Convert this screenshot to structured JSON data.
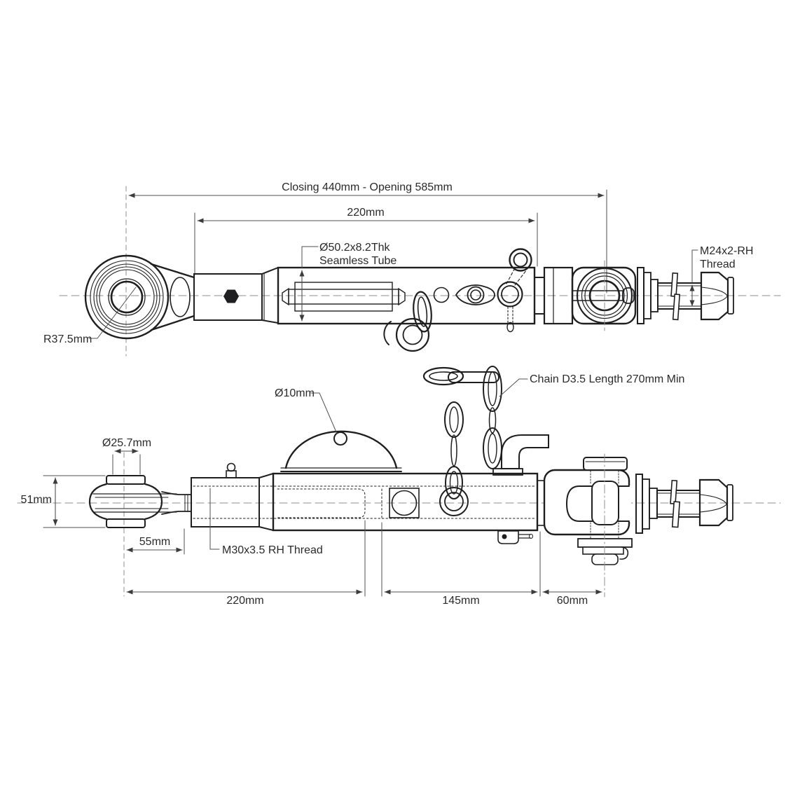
{
  "drawing": {
    "upper_view": {
      "overall_dim": "Closing 440mm - Opening 585mm",
      "tube_length_dim": "220mm",
      "tube_spec_line1": "Ø50.2x8.2Thk",
      "tube_spec_line2": "Seamless Tube",
      "thread_spec_line1": "M24x2-RH",
      "thread_spec_line2": "Thread",
      "rod_end_radius": "R37.5mm"
    },
    "lower_view": {
      "ball_bore_dim": "Ø25.7mm",
      "ball_width_dim": "51mm",
      "thread_length_dim": "55mm",
      "thread_spec": "M30x3.5 RH Thread",
      "dome_hole_dim": "Ø10mm",
      "chain_spec": "Chain D3.5 Length 270mm Min",
      "body_length_dim": "220mm",
      "head_length_dim": "145mm",
      "clevis_length_dim": "60mm"
    },
    "colors": {
      "line": "#1f1f21",
      "dimension": "#505052",
      "centerline": "#8f8f8f",
      "background": "#ffffff"
    }
  }
}
